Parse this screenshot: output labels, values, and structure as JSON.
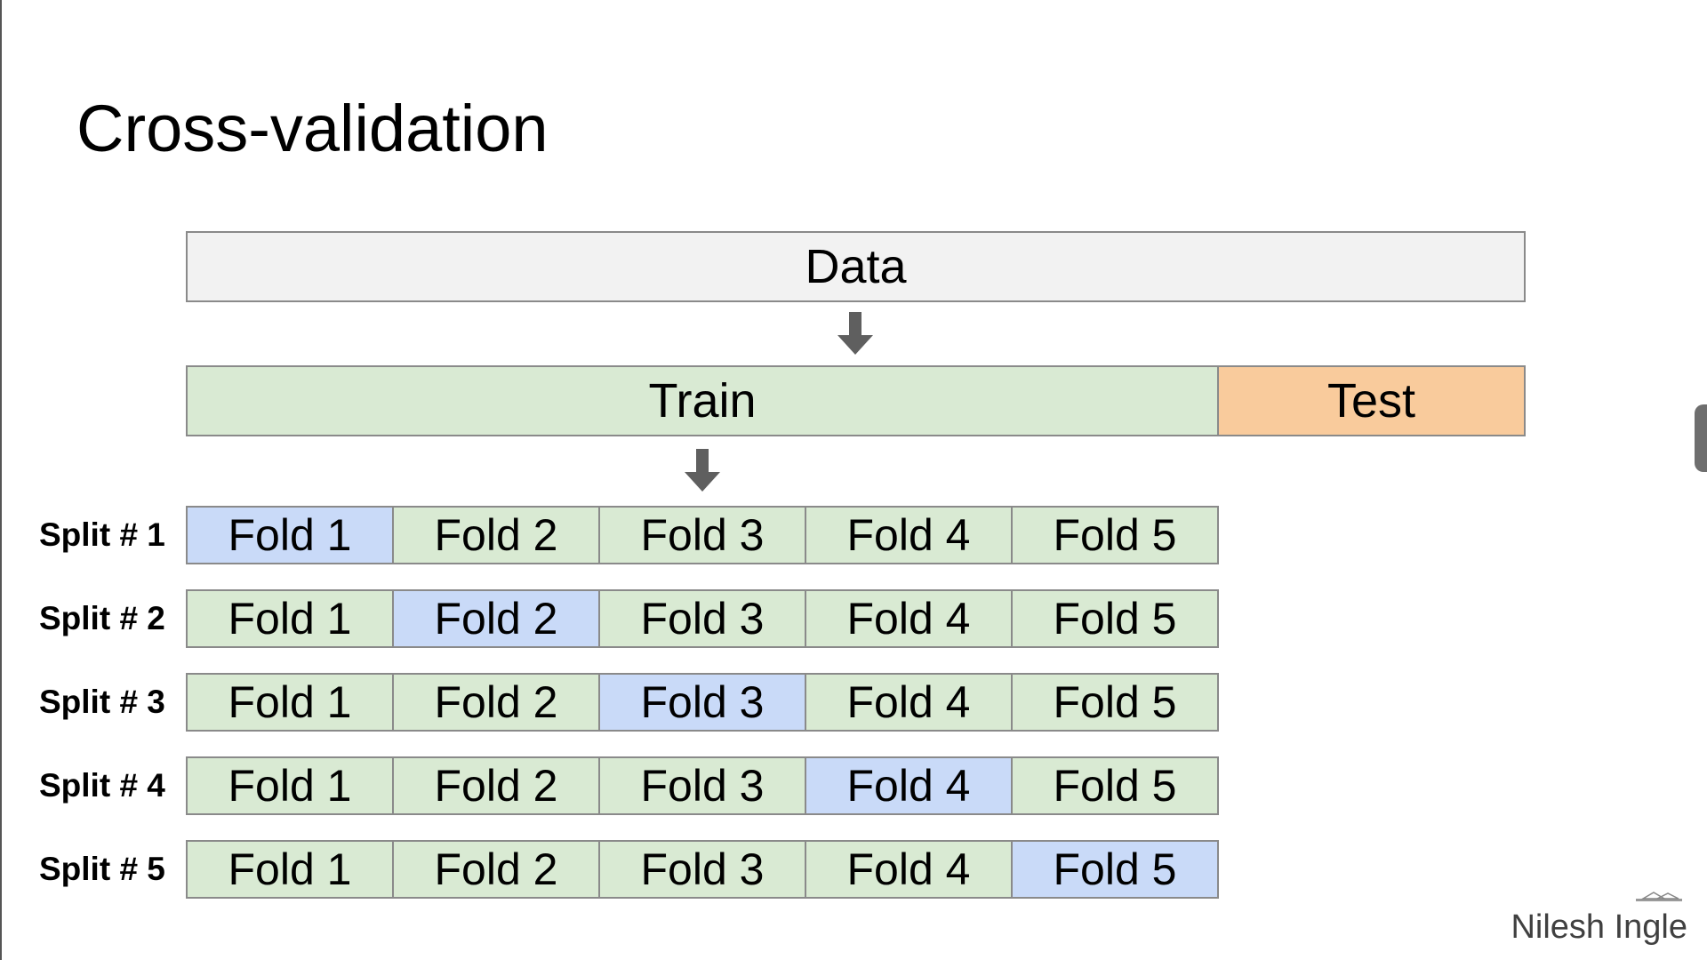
{
  "title": "Cross-validation",
  "data_label": "Data",
  "train_label": "Train",
  "test_label": "Test",
  "colors": {
    "data_fill": "#f2f2f2",
    "train_fill": "#d9ead3",
    "test_fill": "#f9cb9c",
    "fold_fill": "#d9ead3",
    "validation_fold_fill": "#c9daf8",
    "arrow": "#5f5f5f",
    "border": "#8a8a8a"
  },
  "splits": [
    {
      "label": "Split # 1",
      "folds": [
        "Fold 1",
        "Fold 2",
        "Fold 3",
        "Fold 4",
        "Fold 5"
      ],
      "validation_fold": 1
    },
    {
      "label": "Split # 2",
      "folds": [
        "Fold 1",
        "Fold 2",
        "Fold 3",
        "Fold 4",
        "Fold 5"
      ],
      "validation_fold": 2
    },
    {
      "label": "Split # 3",
      "folds": [
        "Fold 1",
        "Fold 2",
        "Fold 3",
        "Fold 4",
        "Fold 5"
      ],
      "validation_fold": 3
    },
    {
      "label": "Split # 4",
      "folds": [
        "Fold 1",
        "Fold 2",
        "Fold 3",
        "Fold 4",
        "Fold 5"
      ],
      "validation_fold": 4
    },
    {
      "label": "Split # 5",
      "folds": [
        "Fold 1",
        "Fold 2",
        "Fold 3",
        "Fold 4",
        "Fold 5"
      ],
      "validation_fold": 5
    }
  ],
  "watermark": "Nilesh Ingle"
}
